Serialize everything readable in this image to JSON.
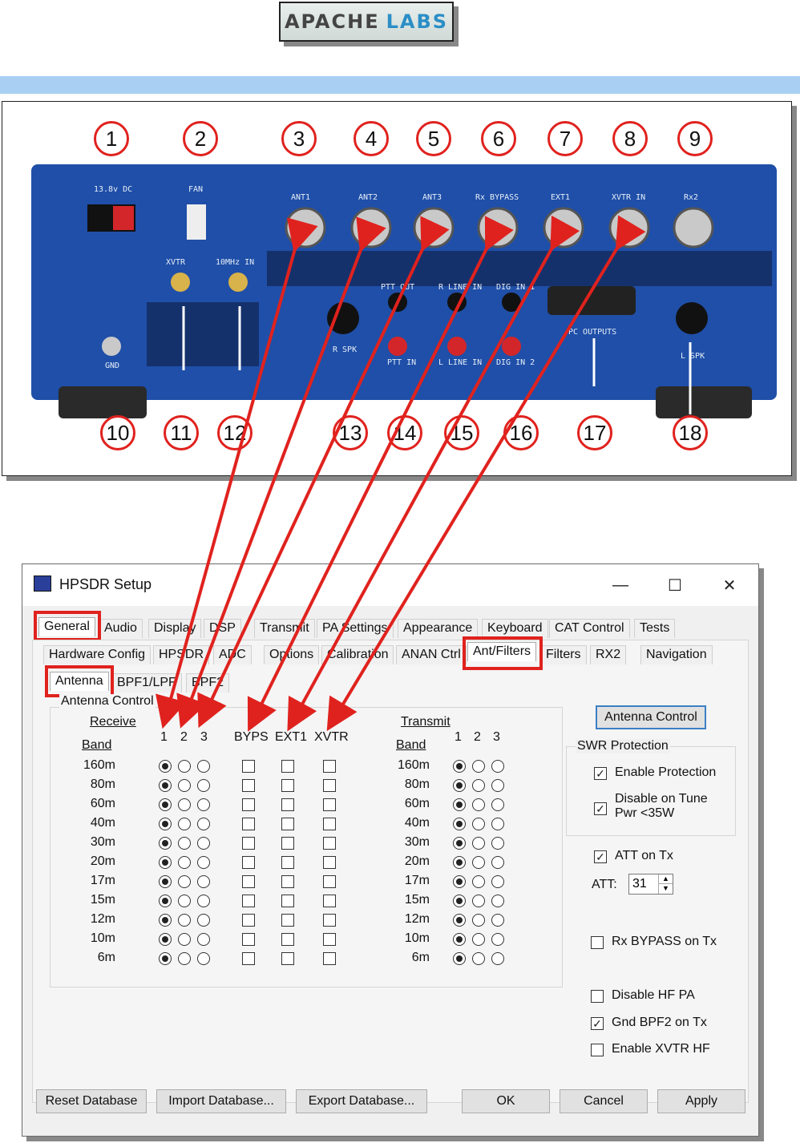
{
  "logo": {
    "part1": "APACHE",
    "part2": "LABS"
  },
  "panel": {
    "callouts": [
      "1",
      "2",
      "3",
      "4",
      "5",
      "6",
      "7",
      "8",
      "9",
      "10",
      "11",
      "12",
      "13",
      "14",
      "15",
      "16",
      "17",
      "18"
    ],
    "labels": {
      "power": "13.8v DC",
      "fan": "FAN",
      "ant1": "ANT1",
      "ant2": "ANT2",
      "ant3": "ANT3",
      "rxbypass": "Rx BYPASS",
      "ext1": "EXT1",
      "xvtrin": "XVTR IN",
      "rx2": "Rx2",
      "xvtr": "XVTR",
      "tenmhz": "10MHz IN",
      "pttout": "PTT OUT",
      "rlinein": "R LINE IN",
      "digin1": "DIG IN 1",
      "rspk": "R SPK",
      "pttin": "PTT IN",
      "llinein": "L LINE IN",
      "digin2": "DIG IN 2",
      "pcoutputs": "PC OUTPUTS",
      "lspk": "L SPK",
      "gnd": "GND"
    }
  },
  "window": {
    "title": "HPSDR Setup",
    "tabs_row1": [
      "General",
      "Audio",
      "Display",
      "DSP",
      "Transmit",
      "PA Settings",
      "Appearance",
      "Keyboard",
      "CAT Control",
      "Tests"
    ],
    "tabs_row2": [
      "Hardware Config",
      "HPSDR",
      "ADC",
      "Options",
      "Calibration",
      "ANAN Ctrl",
      "Ant/Filters",
      "Filters",
      "RX2",
      "Navigation"
    ],
    "tabs_row3": [
      "Antenna",
      "BPF1/LPF",
      "BPF2"
    ],
    "group_title": "Antenna Control",
    "receive": "Receive",
    "transmit": "Transmit",
    "band": "Band",
    "n1": "1",
    "n2": "2",
    "n3": "3",
    "byps": "BYPS",
    "ext1": "EXT1",
    "xvtr": "XVTR",
    "bands": [
      "160m",
      "80m",
      "60m",
      "40m",
      "30m",
      "20m",
      "17m",
      "15m",
      "12m",
      "10m",
      "6m"
    ],
    "antenna_control_btn": "Antenna Control",
    "swr_group": "SWR Protection",
    "enable_protection": "Enable Protection",
    "disable_tune_1": "Disable on Tune",
    "disable_tune_2": "Pwr <35W",
    "att_on_tx": "ATT on Tx",
    "att_label": "ATT:",
    "att_value": "31",
    "rx_bypass": "Rx BYPASS on Tx",
    "disable_hfpa": "Disable HF PA",
    "gnd_bpf2": "Gnd BPF2 on Tx",
    "enable_xvtr": "Enable XVTR HF",
    "reset": "Reset Database",
    "import": "Import Database...",
    "export": "Export Database...",
    "ok": "OK",
    "cancel": "Cancel",
    "apply": "Apply"
  }
}
